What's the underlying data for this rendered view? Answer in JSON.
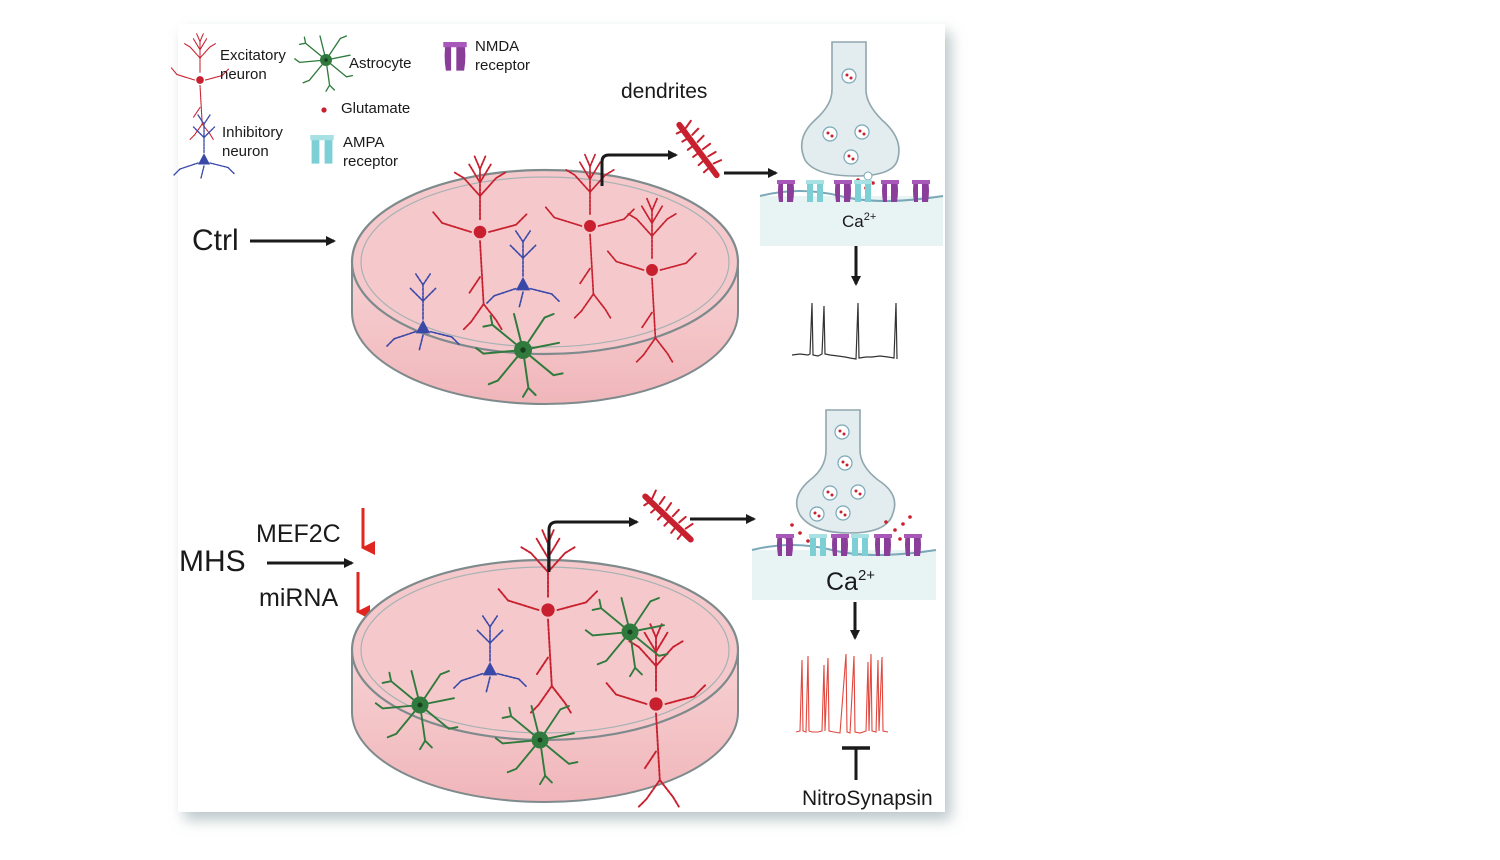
{
  "legend": {
    "excitatory": [
      "Excitatory",
      "neuron"
    ],
    "inhibitory": [
      "Inhibitory",
      "neuron"
    ],
    "astrocyte": "Astrocyte",
    "glutamate": "Glutamate",
    "ampa": [
      "AMPA",
      "receptor"
    ],
    "nmda": [
      "NMDA",
      "receptor"
    ]
  },
  "ctrl": {
    "label": "Ctrl",
    "dendrites_label": "dendrites",
    "ca_base": "Ca",
    "ca_sup": "2+"
  },
  "mhs": {
    "label": "MHS",
    "mef2c": "MEF2C",
    "mirna": "miRNA",
    "ca_base": "Ca",
    "ca_sup": "2+",
    "treatment": "NitroSynapsin"
  },
  "colors": {
    "excitatory": "#c8202e",
    "inhibitory": "#3a49a8",
    "astrocyte": "#2f7a3c",
    "nmda": "#8a3d99",
    "ampa": "#7ccfd4",
    "dish": "#f3c6c9",
    "down_arrow": "#e0261f",
    "trace_ctrl": "#333333",
    "trace_mhs": "#e2473e"
  }
}
